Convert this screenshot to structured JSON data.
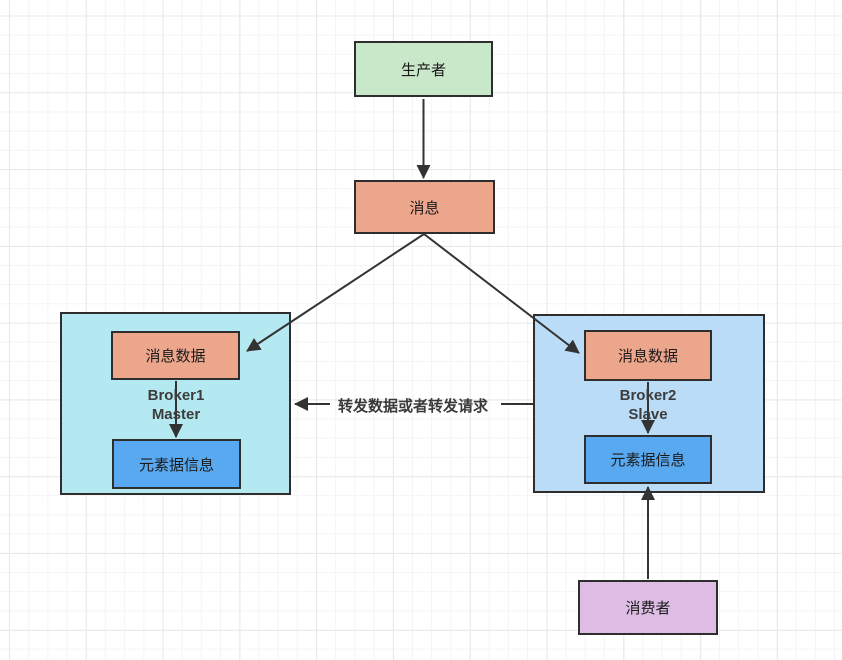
{
  "colors": {
    "producer_fill": "#C9E7C9",
    "message_fill": "#ECA68C",
    "broker1_fill": "#B5E9F1",
    "broker2_fill": "#BBDCF6",
    "metadata_fill": "#58A9EF",
    "consumer_fill": "#DDBDE3",
    "border_color": "#2E2E2E",
    "arrow_color": "#333333"
  },
  "nodes": {
    "producer": {
      "label": "生产者"
    },
    "message": {
      "label": "消息"
    },
    "broker1": {
      "name": "Broker1",
      "role": "Master",
      "message_data": "消息数据",
      "metadata": "元素据信息"
    },
    "broker2": {
      "name": "Broker2",
      "role": "Slave",
      "message_data": "消息数据",
      "metadata": "元素据信息"
    },
    "consumer": {
      "label": "消费者"
    }
  },
  "edges": {
    "forward_label": "转发数据或者转发请求"
  }
}
